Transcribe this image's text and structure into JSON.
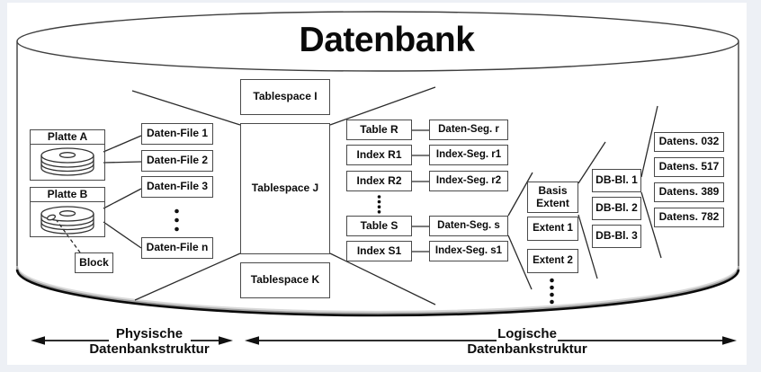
{
  "title": "Datenbank",
  "physical": {
    "disk_a": "Platte A",
    "disk_b": "Platte B",
    "block": "Block",
    "files": [
      "Daten-File 1",
      "Daten-File 2",
      "Daten-File 3",
      "Daten-File n"
    ]
  },
  "tablespaces": [
    "Tablespace I",
    "Tablespace J",
    "Tablespace K"
  ],
  "logical": {
    "tables": [
      "Table R",
      "Index R1",
      "Index R2",
      "Table S",
      "Index S1"
    ],
    "segments": [
      "Daten-Seg. r",
      "Index-Seg. r1",
      "Index-Seg. r2",
      "Daten-Seg. s",
      "Index-Seg. s1"
    ],
    "extents": [
      "Basis Extent",
      "Extent 1",
      "Extent 2"
    ],
    "db_blocks": [
      "DB-Bl. 1",
      "DB-Bl. 2",
      "DB-Bl. 3"
    ],
    "records": [
      "Datens. 032",
      "Datens. 517",
      "Datens. 389",
      "Datens. 782"
    ]
  },
  "footer": {
    "physical": {
      "line1": "Physische",
      "line2": "Datenbankstruktur"
    },
    "logical": {
      "line1": "Logische",
      "line2": "Datenbankstruktur"
    }
  },
  "colors": {
    "line": "#2b2b2b",
    "box_border": "#4a4a4a",
    "text": "#0c0c0c",
    "background": "#ffffff",
    "frame": "#edf0f5"
  }
}
